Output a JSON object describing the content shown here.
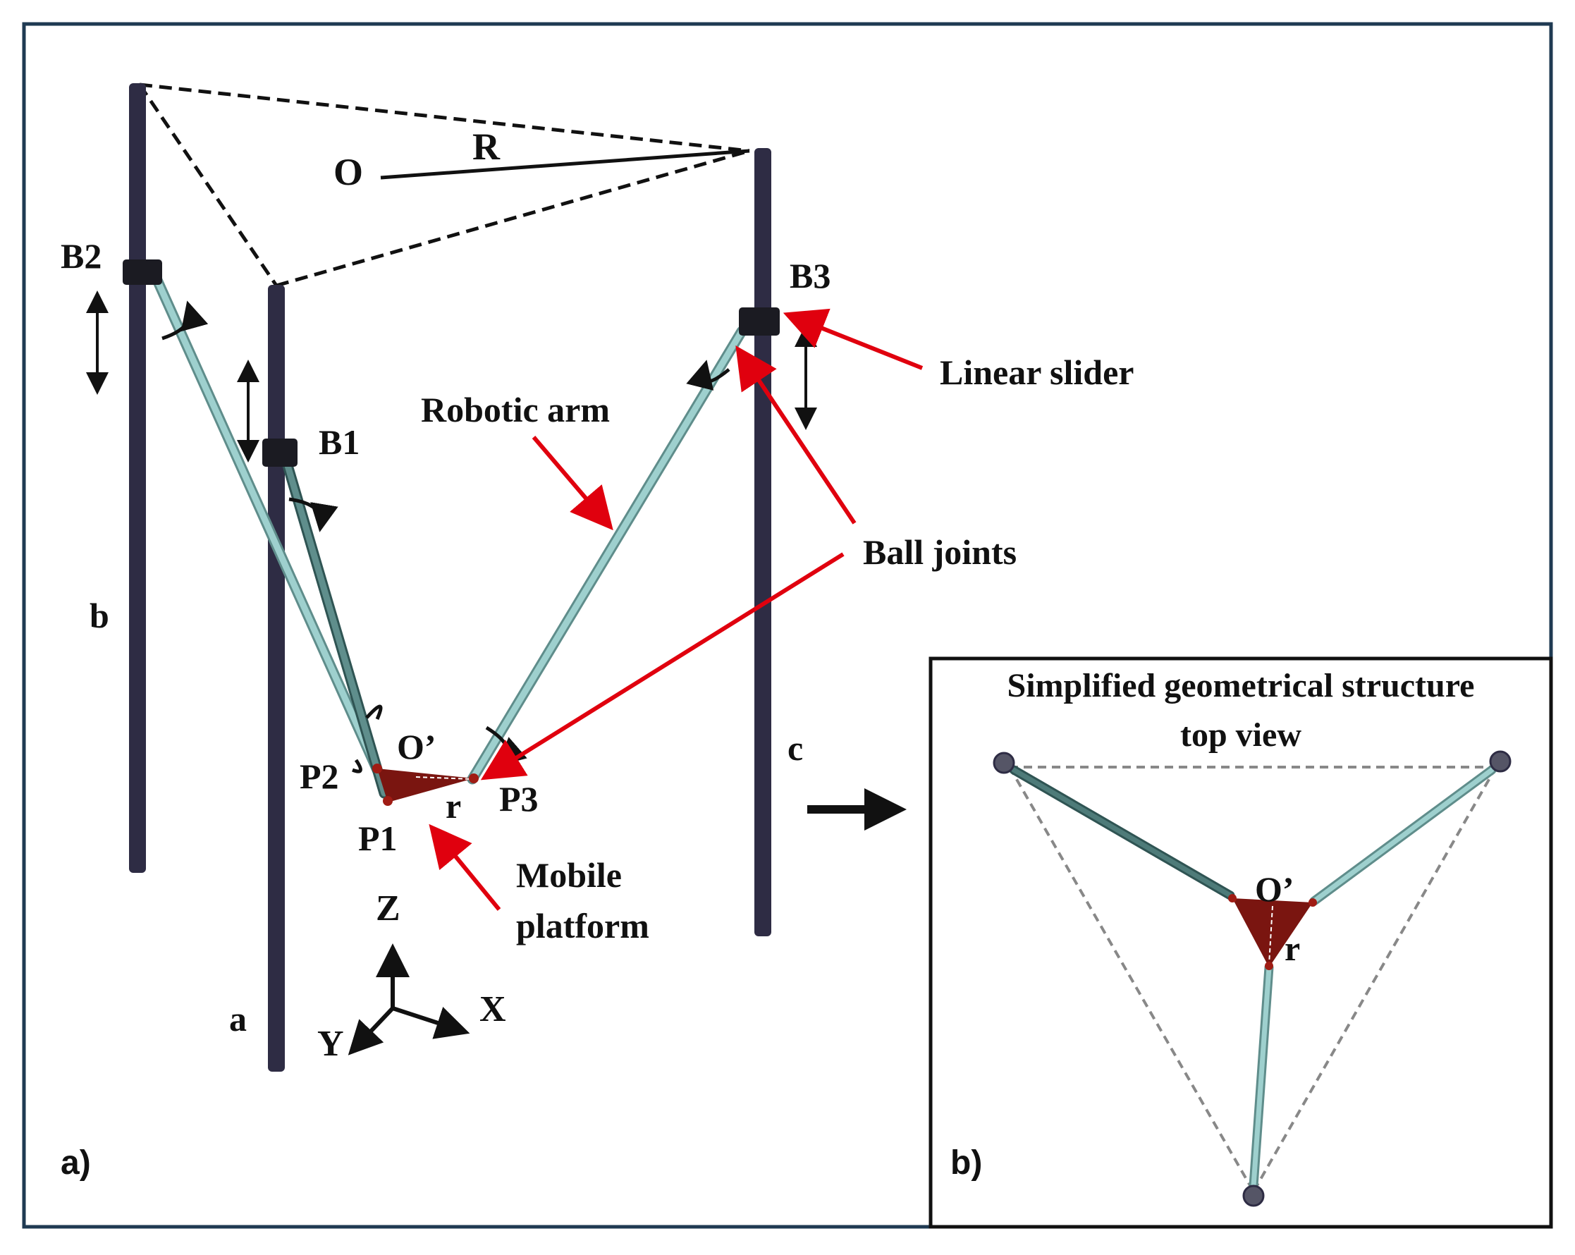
{
  "colors": {
    "frame_border": "#1F3A52",
    "pillar": "#2E2C44",
    "arm": "#8FC3C1",
    "arm_dark": "#3F6B6A",
    "platform": "#7A1510",
    "annotation_arrow": "#E0000E",
    "text": "#111111"
  },
  "panel_a": {
    "label": "a)",
    "labels": {
      "B1": "B1",
      "B2": "B2",
      "B3": "B3",
      "O": "O",
      "R": "R",
      "O_prime": "O’",
      "r": "r",
      "P1": "P1",
      "P2": "P2",
      "P3": "P3",
      "pillar_a": "a",
      "pillar_b": "b",
      "pillar_c": "c"
    },
    "annotations": {
      "linear_slider": "Linear slider",
      "robotic_arm": "Robotic arm",
      "ball_joints": "Ball joints",
      "mobile_platform_line1": "Mobile",
      "mobile_platform_line2": "platform"
    },
    "axes": {
      "z": "Z",
      "x": "X",
      "y": "Y"
    }
  },
  "panel_b": {
    "label": "b)",
    "title_line1": "Simplified geometrical structure",
    "title_line2": "top view",
    "labels": {
      "O_prime": "O’",
      "r": "r"
    }
  }
}
